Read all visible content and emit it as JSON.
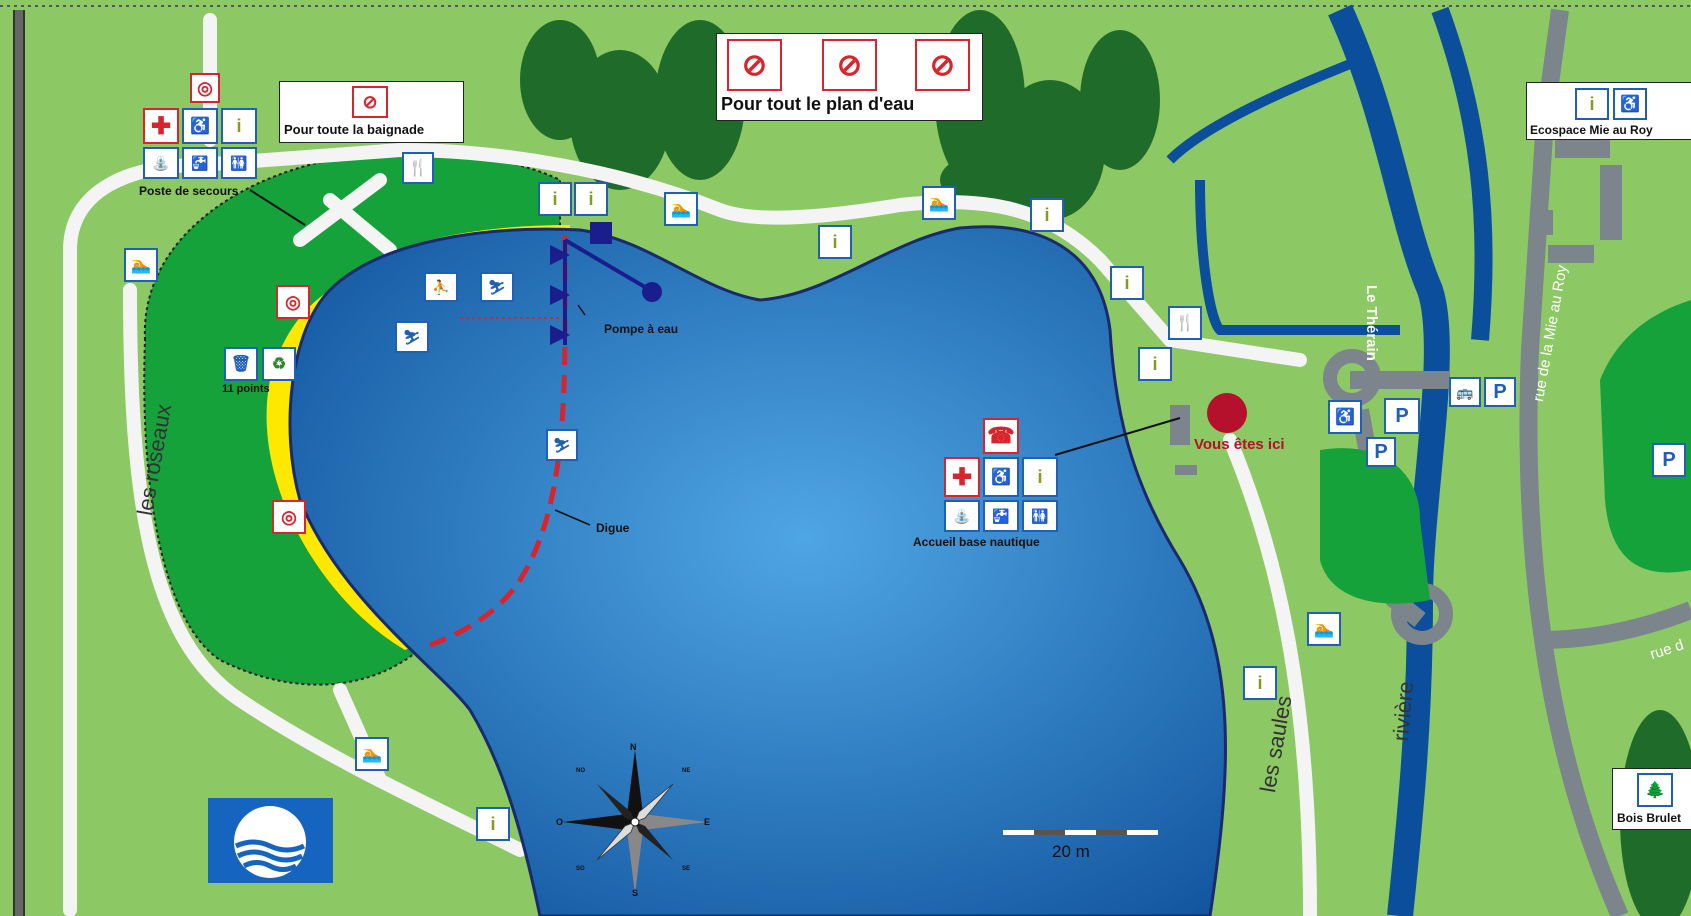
{
  "labels": {
    "poste_secours": "Poste de secours",
    "pour_toute_baignade": "Pour toute la baignade",
    "pour_tout_plan": "Pour tout le plan d'eau",
    "ecospace": "Ecospace Mie au Roy",
    "pompe": "Pompe à eau",
    "points": "11 points",
    "digue": "Digue",
    "accueil": "Accueil base nautique",
    "vous_etes_ici": "Vous êtes ici",
    "le_therain": "Le Thérain",
    "rue_mie_roy": "rue de la Mie au Roy",
    "rue_partial": "rue d",
    "les_roseaux": "les roseaux",
    "les_saules": "les saules",
    "riviere": "rivière",
    "bois_brulet": "Bois Brulet",
    "scale": "20 m"
  },
  "compass": {
    "n": "N",
    "s": "S",
    "e": "E",
    "o": "O",
    "ne": "NE",
    "no": "NO",
    "se": "SE",
    "so": "SO"
  },
  "symbols": {
    "info": "i",
    "parking": "P",
    "food": "🍴",
    "wc": "WC",
    "phone": "☎"
  },
  "colors": {
    "grass": "#8cc864",
    "dark_green": "#15a23a",
    "beach": "#ffe800",
    "water": "#1f6fc4",
    "river": "#0b4f9c",
    "road": "#f4f4f4",
    "street": "#7c858c",
    "here": "#b5102c",
    "dike": "#d8242c",
    "pump": "#1a1e8c"
  }
}
